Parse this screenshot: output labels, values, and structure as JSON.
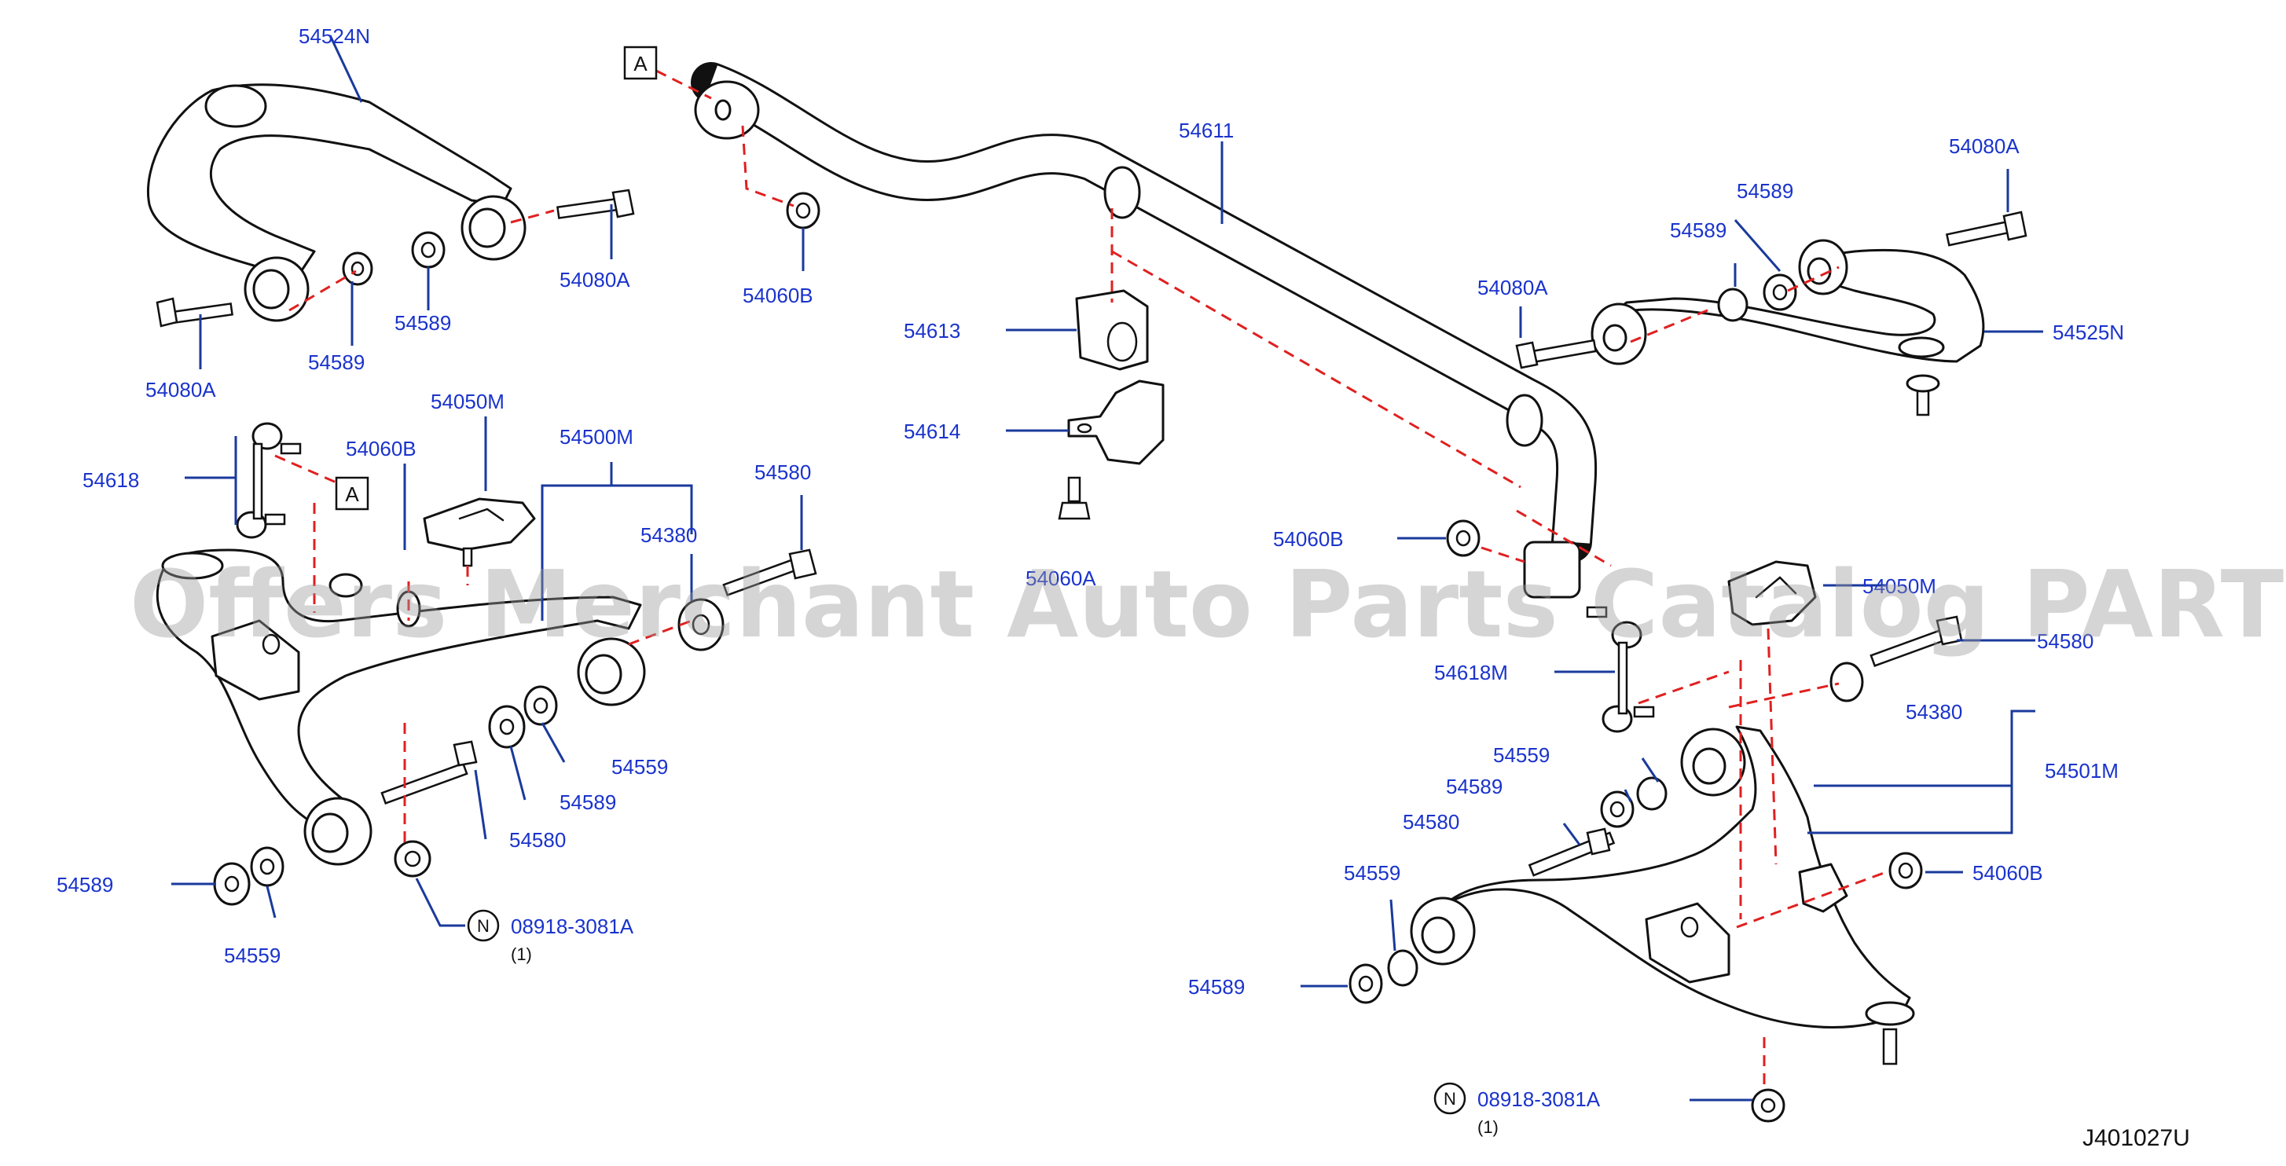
{
  "figure_code": "J401027U",
  "watermark": "Offers Merchant Auto Parts Catalog PARTSTORE.SA",
  "labels": {
    "p54524N": "54524N",
    "p54080A_a": "54080A",
    "p54589_a": "54589",
    "p54589_b": "54589",
    "p54080A_b": "54080A",
    "p54618": "54618",
    "p54060B_a": "54060B",
    "p54050M": "54050M",
    "p54500M": "54500M",
    "p54580_a": "54580",
    "p54380_a": "54380",
    "p54559_a": "54559",
    "p54589_c": "54589",
    "p54580_b": "54580",
    "p54589_d": "54589",
    "p54559_b": "54559",
    "p08918_a": "08918-3081A",
    "qty_a": "(1)",
    "p54060B_b": "54060B",
    "p54611": "54611",
    "p54613": "54613",
    "p54614": "54614",
    "p54060A": "54060A",
    "p54060B_c": "54060B",
    "p54080A_c": "54080A",
    "p54589_e": "54589",
    "p54589_f": "54589",
    "p54080A_d": "54080A",
    "p54525N": "54525N",
    "p54050M_r": "54050M",
    "p54580_c": "54580",
    "p54618M": "54618M",
    "p54380_b": "54380",
    "p54559_c": "54559",
    "p54589_g": "54589",
    "p54580_d": "54580",
    "p54501M": "54501M",
    "p54559_d": "54559",
    "p54060B_d": "54060B",
    "p54589_h": "54589",
    "p08918_b": "08918-3081A",
    "qty_b": "(1)"
  },
  "ref_box_letter": "A",
  "n_symbol": "N",
  "colors": {
    "label": "#1a33cc",
    "leader": "#1a3a9c",
    "dash": "#e02020",
    "outline": "#111111",
    "watermark": "#9a9a9a"
  }
}
